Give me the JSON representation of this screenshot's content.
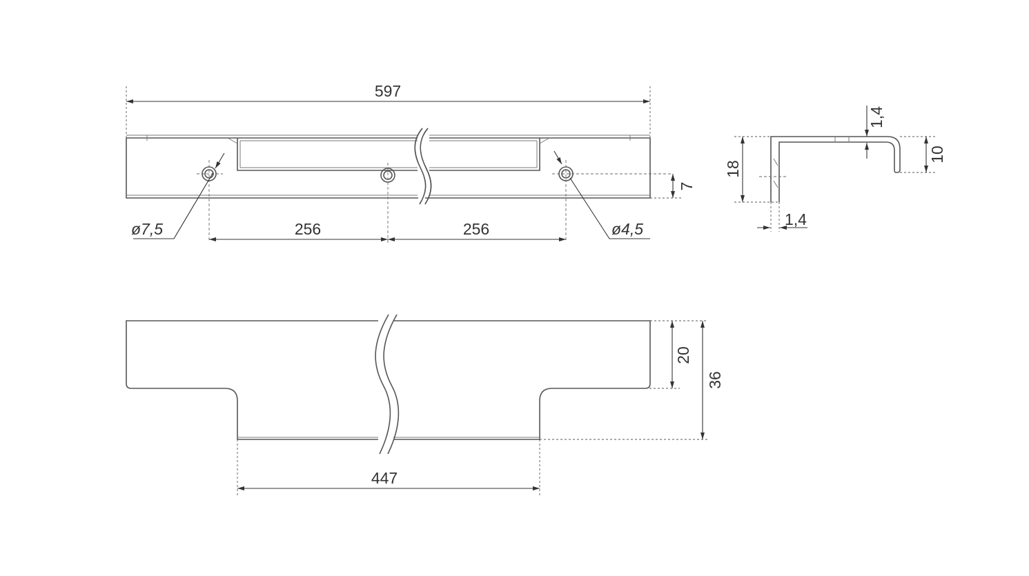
{
  "drawing": {
    "front_view": {
      "overall_length": "597",
      "hole_spacing_left": "256",
      "hole_spacing_right": "256",
      "hole_large_diameter": "ø7,5",
      "hole_small_diameter": "ø4,5",
      "hole_offset": "7"
    },
    "side_profile": {
      "height": "18",
      "lip_height": "10",
      "top_thickness": "1,4",
      "wall_thickness": "1,4"
    },
    "top_view": {
      "narrow_width": "447",
      "depth_wide": "20",
      "depth_total": "36"
    }
  }
}
